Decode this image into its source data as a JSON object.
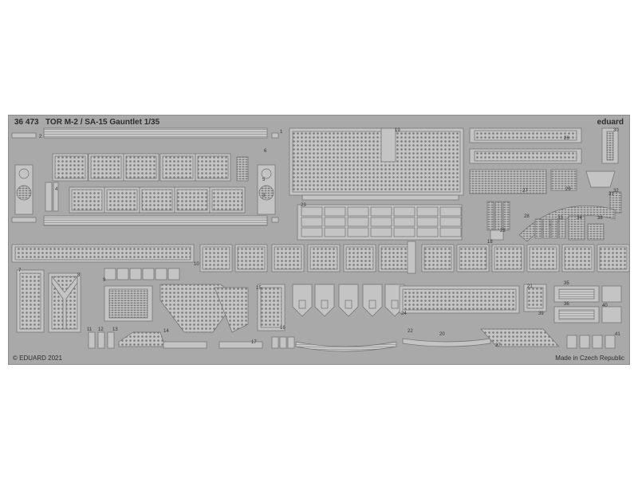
{
  "fret": {
    "kit_number": "36 473",
    "title": "TOR M-2 / SA-15 Gauntlet  1/35",
    "brand": "eduard",
    "copyright": "© EDUARD 2021",
    "origin": "Made in Czech Republic"
  },
  "part_numbers": [
    "1",
    "2",
    "3",
    "4",
    "5",
    "6",
    "7",
    "8",
    "9",
    "10",
    "11",
    "12",
    "13",
    "14",
    "15",
    "16",
    "17",
    "18",
    "19",
    "20",
    "21",
    "22",
    "23",
    "24",
    "25",
    "26",
    "27",
    "28",
    "29",
    "30",
    "31",
    "32",
    "33",
    "34",
    "35",
    "36",
    "37",
    "38",
    "39",
    "40",
    "41"
  ],
  "colors": {
    "fret": "#a9a9a9",
    "part": "#c4c4c4",
    "edge": "#6f6f6f",
    "hole": "#7a7a7a"
  }
}
